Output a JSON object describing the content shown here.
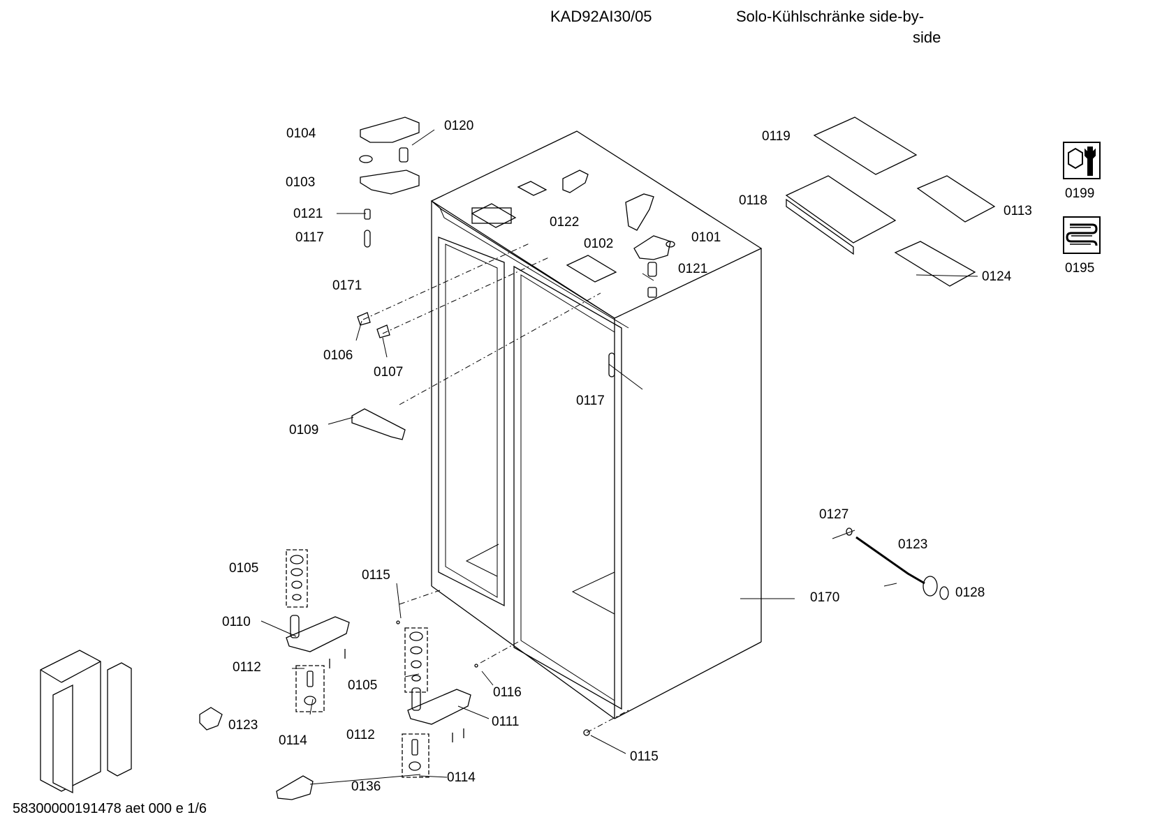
{
  "header": {
    "model": "KAD92AI30/05",
    "description_line1": "Solo-Kühlschränke side-by-",
    "description_line2": "side"
  },
  "footer": {
    "document_code": "58300000191478 aet 000 e 1/6"
  },
  "part_labels": {
    "p0104": "0104",
    "p0120": "0120",
    "p0103": "0103",
    "p0121a": "0121",
    "p0117a": "0117",
    "p0122": "0122",
    "p0102": "0102",
    "p0101": "0101",
    "p0121b": "0121",
    "p0171": "0171",
    "p0106": "0106",
    "p0107": "0107",
    "p0117b": "0117",
    "p0109": "0109",
    "p0119": "0119",
    "p0118": "0118",
    "p0113": "0113",
    "p0124": "0124",
    "p0199": "0199",
    "p0195": "0195",
    "p0127": "0127",
    "p0123a": "0123",
    "p0128": "0128",
    "p0170": "0170",
    "p0105a": "0105",
    "p0115a": "0115",
    "p0110": "0110",
    "p0112a": "0112",
    "p0105b": "0105",
    "p0116": "0116",
    "p0111": "0111",
    "p0123b": "0123",
    "p0114a": "0114",
    "p0112b": "0112",
    "p0115b": "0115",
    "p0114b": "0114",
    "p0136": "0136"
  },
  "icons": {
    "service_icon": "wrench-nut-icon",
    "cooling_icon": "condenser-coil-icon"
  }
}
